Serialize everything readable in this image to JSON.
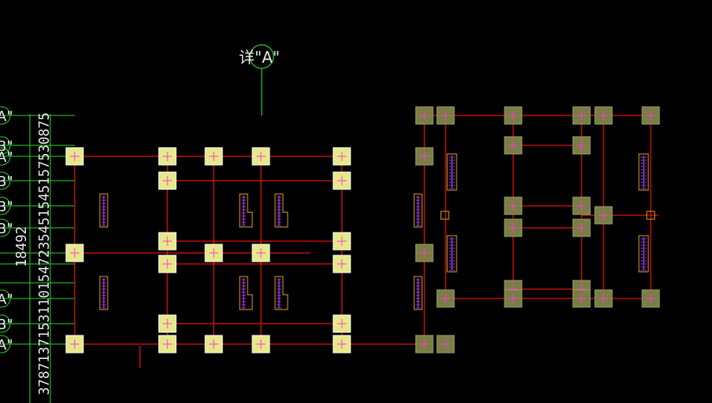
{
  "detail": {
    "label": "详\"A\""
  },
  "axis_labels": [
    "A\"",
    "B\"",
    "A\"",
    "B\"",
    "B\"",
    "B\"",
    "A\"",
    "B\"",
    "A\""
  ],
  "dimension_strings": [
    "37871371531101547235451545157530875",
    "18492"
  ],
  "colors": {
    "background": "#000000",
    "beam": "#e01010",
    "column_fill": "#e6e88a",
    "column_fill_dark": "#7a7d45",
    "column_edge": "#ffffff",
    "axis_line": "#2bd22b",
    "wall": "#e0a020",
    "wall_hatch": "#5a3cff",
    "cross_mark": "#ff3bd0"
  }
}
